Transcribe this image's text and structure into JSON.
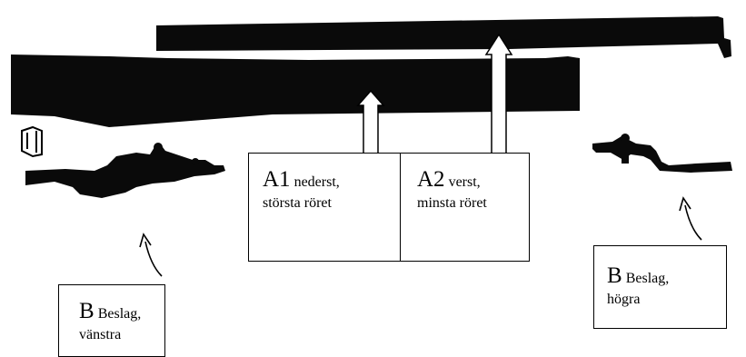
{
  "labels": {
    "a1": {
      "code": "A1",
      "line1": "nederst,",
      "line2": "största röret"
    },
    "a2": {
      "code": "A2",
      "line1": "verst,",
      "line2": "minsta röret"
    },
    "b_left": {
      "code": "B",
      "line1": "Beslag,",
      "line2": "vänstra"
    },
    "b_right": {
      "code": "B",
      "line1": "Beslag,",
      "line2": "högra"
    }
  },
  "colors": {
    "parts": "#0a0a0a",
    "arrow_fill": "#ffffff",
    "stroke": "#000000"
  }
}
